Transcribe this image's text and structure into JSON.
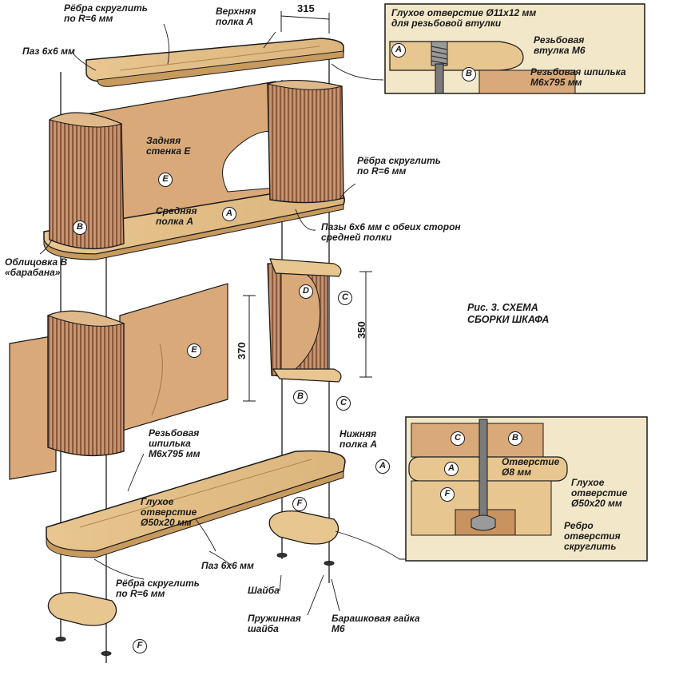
{
  "page": {
    "background": "#ffffff",
    "inset_background": "#f2e7c8"
  },
  "colors": {
    "board": "#e8c690",
    "board_edge": "#c79a5e",
    "panel": "#d9a97a",
    "drum_stripe": "#8a5a3a",
    "drum_light": "#c89575",
    "line": "#1a1a1a"
  },
  "figure": {
    "caption_line1": "Рис. 3. СХЕМА",
    "caption_line2": "СБОРКИ ШКАФА"
  },
  "labels": {
    "ribs_round_top_1": "Рёбра скруглить",
    "ribs_round_top_2": "по R=6 мм",
    "top_shelf_1": "Верхняя",
    "top_shelf_2": "полка А",
    "dim_315": "315",
    "groove_top": "Паз 6х6 мм",
    "back_wall_1": "Задняя",
    "back_wall_2": "стенка Е",
    "ribs_round_right_1": "Рёбра скруглить",
    "ribs_round_right_2": "по R=6 мм",
    "middle_shelf_1": "Средняя",
    "middle_shelf_2": "полка А",
    "grooves_both_1": "Пазы 6х6 мм с обеих сторон",
    "grooves_both_2": "средней полки",
    "facing_1": "Облицовка В",
    "facing_2": "«барабана»",
    "dim_370": "370",
    "dim_350": "350",
    "stud_1": "Резьбовая",
    "stud_2": "шпилька",
    "stud_3": "М6х795 мм",
    "bottom_shelf_1": "Нижняя",
    "bottom_shelf_2": "полка А",
    "blind_hole_1": "Глухое",
    "blind_hole_2": "отверстие",
    "blind_hole_3": "Ø50х20 мм",
    "groove_bottom": "Паз 6х6 мм",
    "ribs_round_bottom_1": "Рёбра скруглить",
    "ribs_round_bottom_2": "по R=6 мм",
    "washer": "Шайба",
    "spring_washer_1": "Пружинная",
    "spring_washer_2": "шайба",
    "wing_nut_1": "Барашковая гайка",
    "wing_nut_2": "М6"
  },
  "inset_top": {
    "title_1": "Глухое отверстие Ø11х12 мм",
    "title_2": "для резьбовой втулки",
    "sleeve_1": "Резьбовая",
    "sleeve_2": "втулка М6",
    "stud_1": "Резьбовая шпилька",
    "stud_2": "М6х795 мм"
  },
  "inset_bottom": {
    "hole_1": "Отверстие",
    "hole_2": "Ø8 мм",
    "blind_1": "Глухое",
    "blind_2": "отверстие",
    "blind_3": "Ø50х20 мм",
    "edge_1": "Ребро",
    "edge_2": "отверстия",
    "edge_3": "скруглить"
  },
  "markers": {
    "a": "A",
    "b": "B",
    "c": "C",
    "d": "D",
    "e": "E",
    "f": "F"
  }
}
